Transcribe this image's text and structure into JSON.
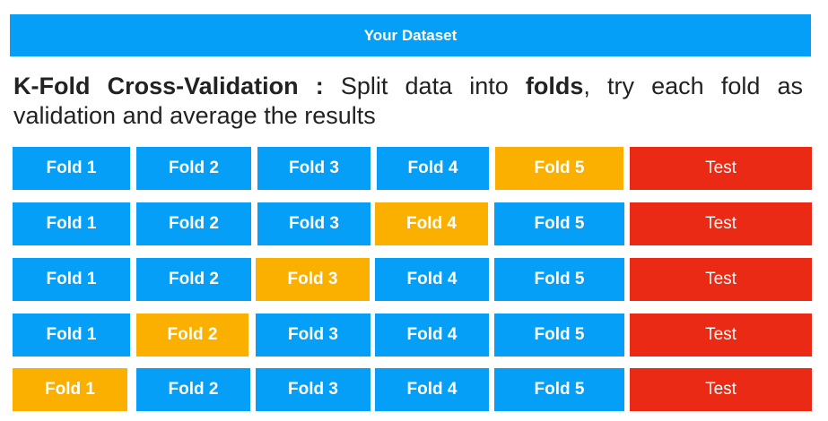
{
  "header": {
    "title": "Your Dataset"
  },
  "description": {
    "term": "K-Fold Cross-Validation :",
    "text_before": " Split data into ",
    "highlight": "folds",
    "text_after": ", try each fold as validation and average the results"
  },
  "colors": {
    "train": "#069ff7",
    "validation": "#fbb000",
    "test": "#ea2a14"
  },
  "rows": [
    {
      "cells": [
        {
          "label": "Fold 1",
          "role": "train"
        },
        {
          "label": "Fold 2",
          "role": "train"
        },
        {
          "label": "Fold 3",
          "role": "train"
        },
        {
          "label": "Fold 4",
          "role": "train"
        },
        {
          "label": "Fold 5",
          "role": "validation"
        },
        {
          "label": "Test",
          "role": "test"
        }
      ]
    },
    {
      "cells": [
        {
          "label": "Fold 1",
          "role": "train"
        },
        {
          "label": "Fold 2",
          "role": "train"
        },
        {
          "label": "Fold 3",
          "role": "train"
        },
        {
          "label": "Fold 4",
          "role": "validation"
        },
        {
          "label": "Fold 5",
          "role": "train"
        },
        {
          "label": "Test",
          "role": "test"
        }
      ]
    },
    {
      "cells": [
        {
          "label": "Fold 1",
          "role": "train"
        },
        {
          "label": "Fold 2",
          "role": "train"
        },
        {
          "label": "Fold 3",
          "role": "validation"
        },
        {
          "label": "Fold 4",
          "role": "train"
        },
        {
          "label": "Fold 5",
          "role": "train"
        },
        {
          "label": "Test",
          "role": "test"
        }
      ]
    },
    {
      "cells": [
        {
          "label": "Fold 1",
          "role": "train"
        },
        {
          "label": "Fold 2",
          "role": "validation"
        },
        {
          "label": "Fold 3",
          "role": "train"
        },
        {
          "label": "Fold 4",
          "role": "train"
        },
        {
          "label": "Fold 5",
          "role": "train"
        },
        {
          "label": "Test",
          "role": "test"
        }
      ]
    },
    {
      "cells": [
        {
          "label": "Fold 1",
          "role": "validation"
        },
        {
          "label": "Fold 2",
          "role": "train"
        },
        {
          "label": "Fold 3",
          "role": "train"
        },
        {
          "label": "Fold 4",
          "role": "train"
        },
        {
          "label": "Fold 5",
          "role": "train"
        },
        {
          "label": "Test",
          "role": "test"
        }
      ]
    }
  ]
}
